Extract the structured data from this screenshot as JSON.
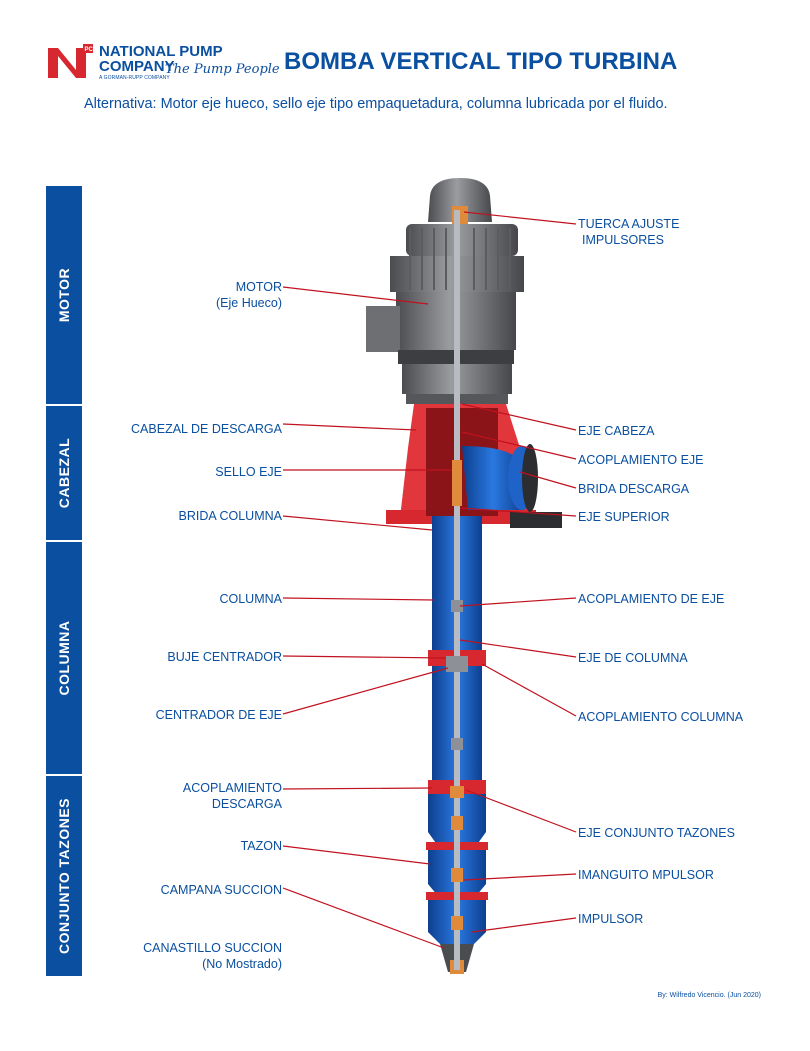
{
  "logo": {
    "letters": "N PC",
    "line1": "NATIONAL PUMP",
    "line2": "COMPANY",
    "sub": "A GORMAN-RUPP COMPANY",
    "script": "The Pump People"
  },
  "title": "BOMBA VERTICAL TIPO TURBINA",
  "subtitle": "Alternativa: Motor eje hueco, sello eje tipo empaquetadura, columna lubricada por el fluido.",
  "sections": [
    "MOTOR",
    "CABEZAL",
    "COLUMNA",
    "CONJUNTO TAZONES"
  ],
  "labels_left": {
    "motor": "MOTOR",
    "motor_sub": "(Eje Hueco)",
    "cabezal": "CABEZAL DE DESCARGA",
    "sello": "SELLO EJE",
    "brida_columna": "BRIDA COLUMNA",
    "columna": "COLUMNA",
    "buje": "BUJE CENTRADOR",
    "centrador": "CENTRADOR DE EJE",
    "acop_descarga_1": "ACOPLAMIENTO",
    "acop_descarga_2": "DESCARGA",
    "tazon": "TAZON",
    "campana": "CAMPANA SUCCION",
    "canastillo_1": "CANASTILLO SUCCION",
    "canastillo_2": "(No Mostrado)"
  },
  "labels_right": {
    "tuerca_1": "TUERCA AJUSTE",
    "tuerca_2": "IMPULSORES",
    "eje_cabeza": "EJE CABEZA",
    "acop_eje": "ACOPLAMIENTO EJE",
    "brida_descarga": "BRIDA DESCARGA",
    "eje_superior": "EJE SUPERIOR",
    "acop_de_eje": "ACOPLAMIENTO DE EJE",
    "eje_columna": "EJE DE COLUMNA",
    "acop_columna": "ACOPLAMIENTO COLUMNA",
    "eje_tazones": "EJE CONJUNTO TAZONES",
    "manguito": "IMANGUITO MPULSOR",
    "impulsor": "IMPULSOR"
  },
  "credit": "By: Wilfredo Vicencio. (Jun 2020)",
  "colors": {
    "brand_blue": "#0a4fa0",
    "leader_red": "#c0121f",
    "head_red": "#d8282f",
    "column_blue": "#1f63c8",
    "motor_gray": "#7d7f83"
  }
}
